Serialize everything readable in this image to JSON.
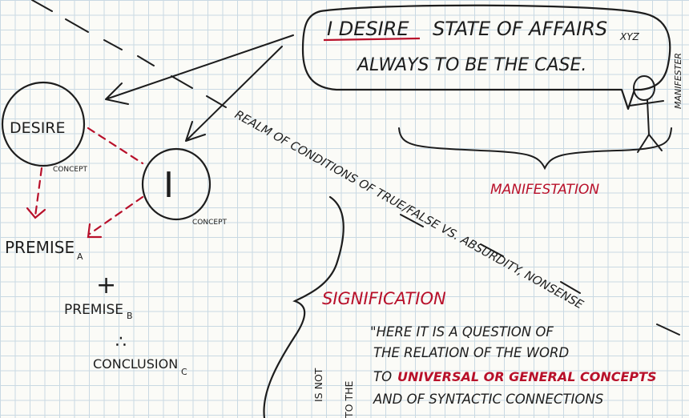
{
  "speech_bubble": {
    "line1_subject": "I DESIRE",
    "line1_object": "STATE OF AFFAIRS",
    "line1_subscript": "XYZ",
    "line2": "ALWAYS TO BE THE CASE."
  },
  "manifester_label": "MANIFESTER",
  "manifestation_label": "MANIFESTATION",
  "desire_concept": {
    "label": "DESIRE",
    "tag": "CONCEPT"
  },
  "i_concept": {
    "label": "I",
    "tag": "CONCEPT"
  },
  "syllogism": {
    "premise_a": "PREMISE",
    "premise_a_sub": "A",
    "plus": "+",
    "premise_b": "PREMISE",
    "premise_b_sub": "B",
    "therefore": "∴",
    "conclusion": "CONCLUSION",
    "conclusion_sub": "C"
  },
  "realm_text": "REALM OF CONDITIONS OF TRUE/FALSE VS. ABSURDITY, NONSENSE",
  "signification_label": "SIGNIFICATION",
  "quote": {
    "line1": "\"HERE IT IS A QUESTION OF",
    "line2": "THE RELATION OF THE WORD",
    "line3_prefix": "TO",
    "line3_emphasis": "UNIVERSAL OR GENERAL CONCEPTS",
    "line4": "AND OF SYNTACTIC CONNECTIONS"
  },
  "vertical_note": {
    "line1": "IS NOT",
    "line2": "TO THE"
  },
  "colors": {
    "ink": "#1d1d1d",
    "red_ink": "#b8102a",
    "grid": "#c9d9e3",
    "paper": "#fbfbf7"
  }
}
